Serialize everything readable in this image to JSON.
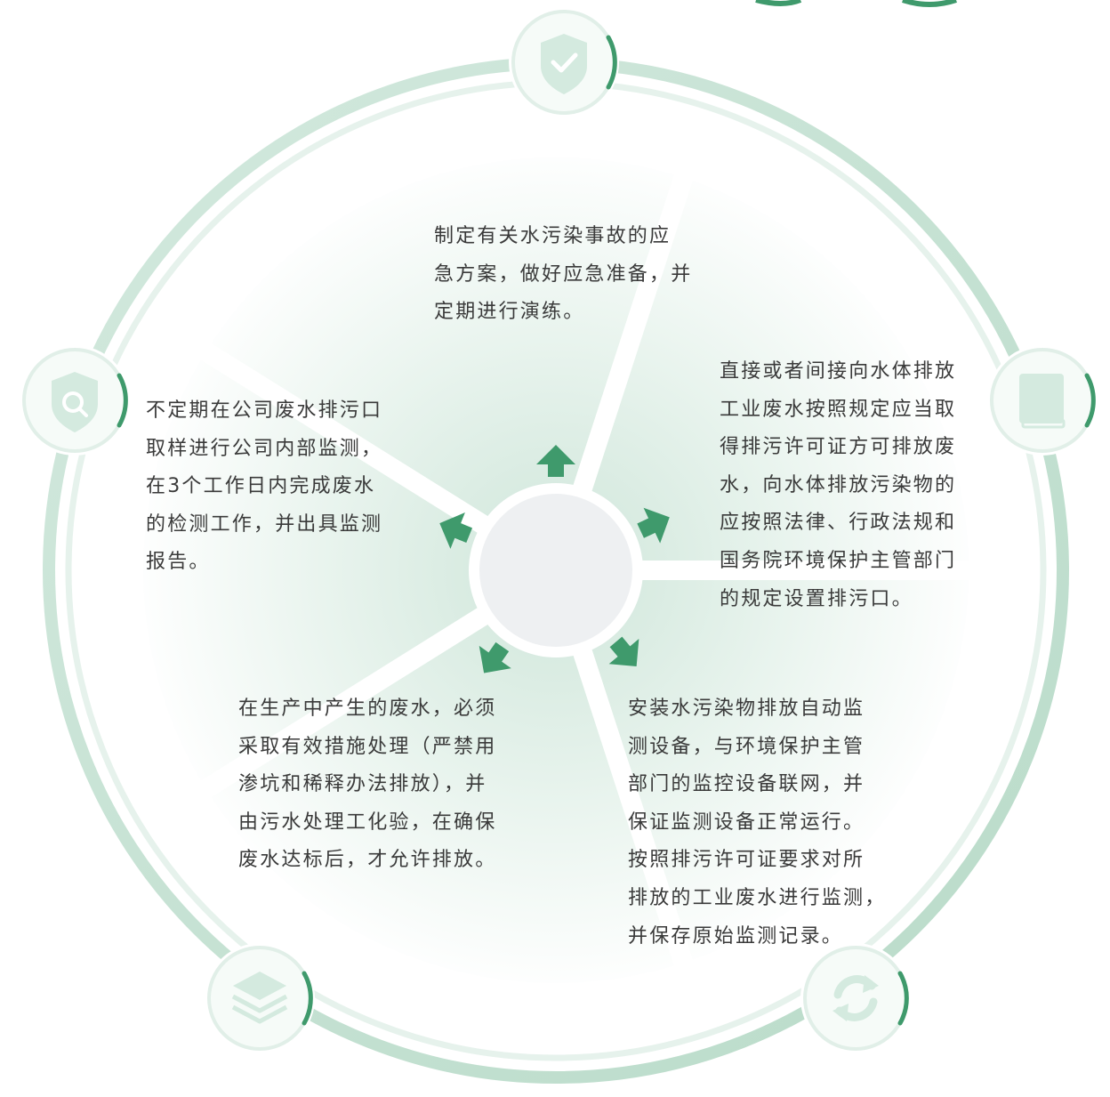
{
  "colors": {
    "ring_outer": "#c4e0d2",
    "ring_inner": "#e4f1ea",
    "accent": "#3f9a6c",
    "icon_light": "#d4eadf",
    "icon_badge_fill": "#f6fbf8",
    "sector_fill": "#edf6f1",
    "center_circle": "#eef0f2"
  },
  "icons": {
    "top": "shield-check-icon",
    "left": "shield-search-icon",
    "right": "book-icon",
    "bottom_left": "layers-icon",
    "bottom_right": "refresh-icon"
  },
  "sections": {
    "top": {
      "lines": [
        "制定有关水污染事故的应",
        "急方案，做好应急准备，并",
        "定期进行演练。"
      ]
    },
    "upper_left": {
      "lines": [
        "不定期在公司废水排污口",
        "取样进行公司内部监测，",
        "在3个工作日内完成废水",
        "的检测工作，并出具监测",
        "报告。"
      ]
    },
    "upper_right": {
      "lines": [
        "直接或者间接向水体排放",
        "工业废水按照规定应当取",
        "得排污许可证方可排放废",
        "水，向水体排放污染物的",
        "应按照法律、行政法规和",
        "国务院环境保护主管部门",
        "的规定设置排污口。"
      ]
    },
    "lower_left": {
      "lines": [
        "在生产中产生的废水，必须",
        "采取有效措施处理（严禁用",
        "渗坑和稀释办法排放），并",
        "由污水处理工化验，在确保",
        "废水达标后，才允许排放。"
      ]
    },
    "lower_right": {
      "lines": [
        "安装水污染物排放自动监",
        "测设备，与环境保护主管",
        "部门的监控设备联网，并",
        "保证监测设备正常运行。",
        "按照排污许可证要求对所",
        "排放的工业废水进行监测，",
        "并保存原始监测记录。"
      ]
    }
  }
}
